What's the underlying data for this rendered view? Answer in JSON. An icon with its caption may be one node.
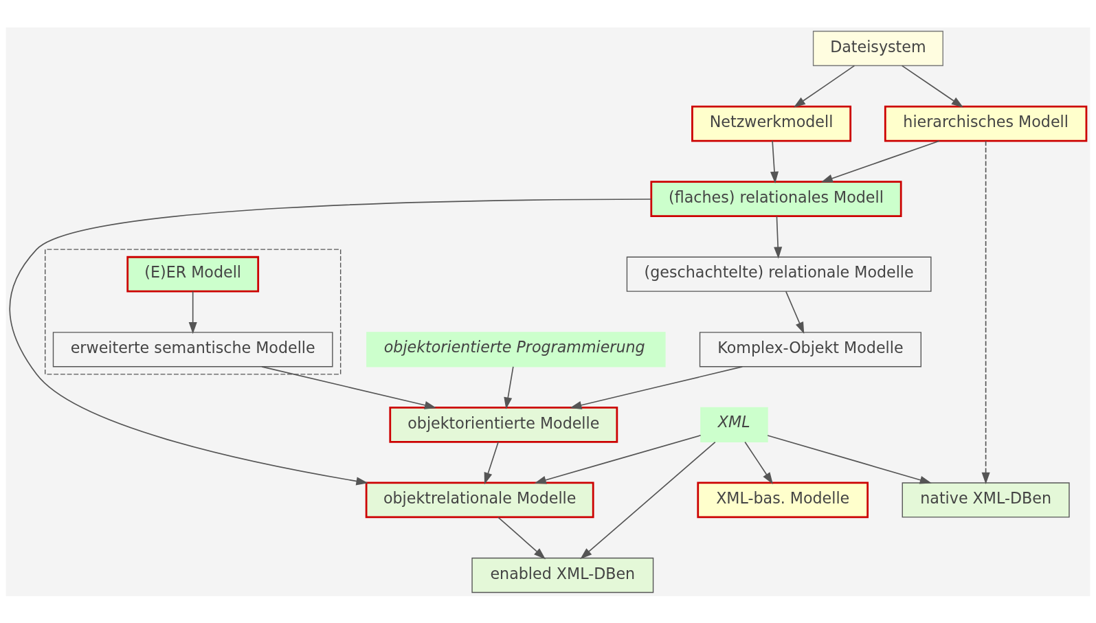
{
  "diagram": {
    "nodes": [
      {
        "text": [
          "Dateisystem"
        ]
      },
      {
        "text": [
          "hierarchisches Modell"
        ]
      },
      {
        "text": [
          "Netzwerkmodell"
        ]
      },
      {
        "text": [
          "(flaches) relationales Modell"
        ]
      },
      {
        "text": [],
        "shape": "box"
      },
      {
        "text": [
          "(E)ER Modell"
        ],
        "in": 4
      },
      {
        "text": [
          "(geschachtelte) relationale Modelle"
        ]
      },
      {
        "text": [
          "objektorientierte Programmierung"
        ]
      },
      {
        "text": [
          "erweiterte semantische Modelle"
        ],
        "in": 4
      },
      {
        "text": [
          "Komplex-Objekt Modelle"
        ]
      },
      {
        "text": [
          "objektorientierte Modelle"
        ]
      },
      {
        "text": [
          "XML"
        ]
      },
      {
        "text": [
          "objektrelationale Modelle"
        ]
      },
      {
        "text": [
          "XML-bas. Modelle"
        ]
      },
      {
        "text": [
          "enabled XML-DBen"
        ]
      },
      {
        "text": [
          "native XML-DBen"
        ]
      }
    ],
    "edges": [
      {
        "from": 0,
        "to": 1,
        "arrow": "to"
      },
      {
        "from": 0,
        "to": 2,
        "arrow": "to"
      },
      {
        "from": 1,
        "to": 3,
        "arrow": "to"
      },
      {
        "from": 2,
        "to": 3,
        "arrow": "to"
      },
      {
        "from": 1,
        "to": 15,
        "arrow": "to",
        "style": "dashed"
      },
      {
        "from": 3,
        "to": 6,
        "arrow": "to"
      },
      {
        "from": 3,
        "to": 12,
        "arrow": "to"
      },
      {
        "from": 5,
        "to": 8,
        "arrow": "to"
      },
      {
        "from": 6,
        "to": 9,
        "arrow": "to"
      },
      {
        "from": 9,
        "to": 10,
        "arrow": "to"
      },
      {
        "from": 7,
        "to": 10,
        "arrow": "to"
      },
      {
        "from": 8,
        "to": 10,
        "arrow": "to"
      },
      {
        "from": 10,
        "to": 12,
        "arrow": "to"
      },
      {
        "from": 11,
        "to": 12,
        "arrow": "to"
      },
      {
        "from": 11,
        "to": 13,
        "arrow": "to"
      },
      {
        "from": 11,
        "to": 14,
        "arrow": "to"
      },
      {
        "from": 11,
        "to": 15,
        "arrow": "to"
      },
      {
        "from": 12,
        "to": 14,
        "arrow": "to"
      }
    ]
  }
}
